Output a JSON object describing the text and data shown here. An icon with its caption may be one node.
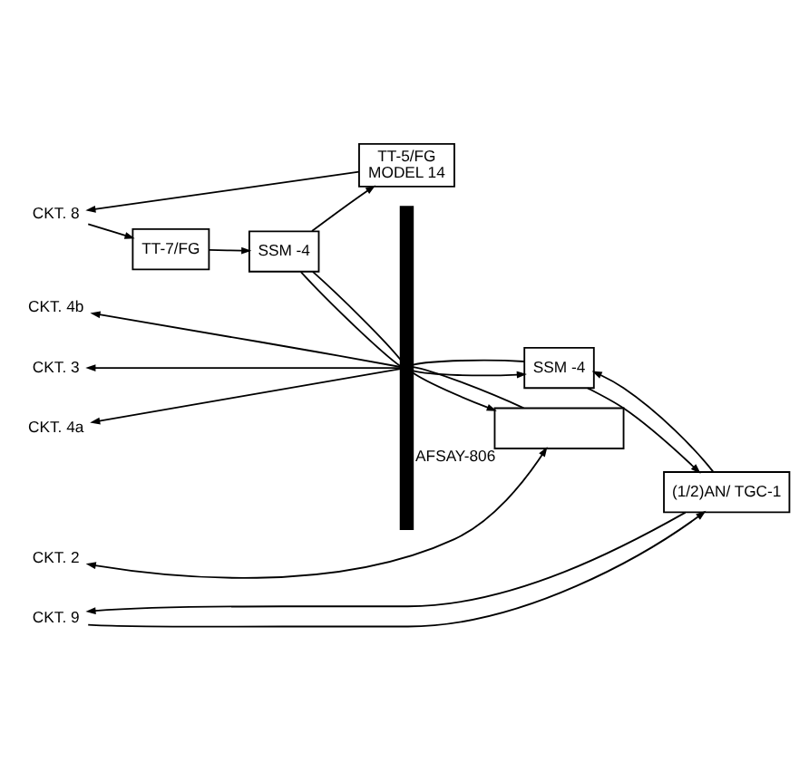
{
  "diagram": {
    "nodes": [
      {
        "text": [
          "CKT. 8"
        ]
      },
      {
        "text": [
          "TT-7/FG"
        ]
      },
      {
        "text": [
          "SSM -4"
        ]
      },
      {
        "text": [
          "TT-5/FG",
          "MODEL 14"
        ]
      },
      {
        "text": [
          "CKT. 9"
        ]
      },
      {
        "text": [
          "(1/2)AN/ TGC-1"
        ]
      },
      {
        "text": [
          "SSM -4"
        ]
      },
      {
        "text": [
          "CKT. 2"
        ]
      },
      {
        "text": [
          "AFSAY-806"
        ]
      },
      {
        "text": [
          "CKT. 3"
        ]
      },
      {
        "text": [
          "CKT. 4a"
        ]
      },
      {
        "text": [
          "CKT. 4b"
        ]
      },
      {
        "text": [],
        "shape": "bar"
      }
    ],
    "edges": [
      {
        "from": 0,
        "to": 1,
        "arrow": "to"
      },
      {
        "from": 1,
        "to": 2,
        "arrow": "to"
      },
      {
        "from": 2,
        "to": 12,
        "arrow": "none"
      },
      {
        "from": 2,
        "to": 3,
        "arrow": "to"
      },
      {
        "from": 3,
        "to": 0,
        "arrow": "to"
      },
      {
        "from": 12,
        "to": 2,
        "arrow": "none"
      },
      {
        "from": 4,
        "to": 5,
        "arrow": "to"
      },
      {
        "from": 5,
        "to": 4,
        "arrow": "to"
      },
      {
        "from": 5,
        "to": 6,
        "arrow": "to"
      },
      {
        "from": 6,
        "to": 5,
        "arrow": "to"
      },
      {
        "from": 6,
        "to": 12,
        "arrow": "none"
      },
      {
        "from": 12,
        "to": 6,
        "arrow": "to"
      },
      {
        "from": 7,
        "to": 8,
        "arrow": "both"
      },
      {
        "from": 8,
        "to": 12,
        "arrow": "none"
      },
      {
        "from": 12,
        "to": 8,
        "arrow": "to"
      },
      {
        "from": 12,
        "to": 9,
        "arrow": "to"
      },
      {
        "from": 12,
        "to": 10,
        "arrow": "to"
      },
      {
        "from": 12,
        "to": 11,
        "arrow": "to"
      }
    ]
  }
}
